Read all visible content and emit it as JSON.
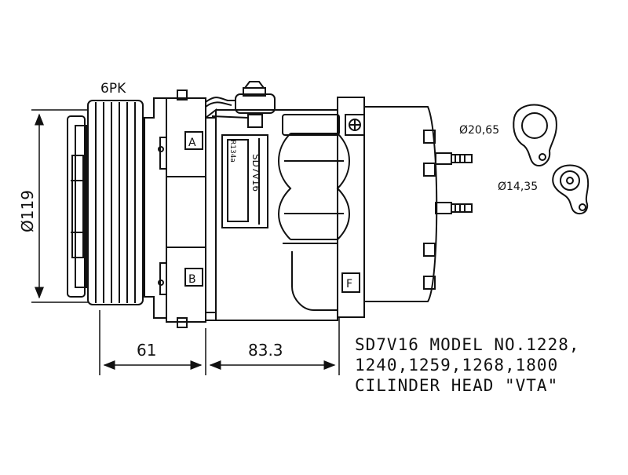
{
  "belt_label": "6PK",
  "dimensions": {
    "diameter": "Ø119",
    "pulley_width": "61",
    "body_length": "83.3"
  },
  "ports": {
    "large_diameter": "Ø20,65",
    "small_diameter": "Ø14,35"
  },
  "markers": {
    "a": "A",
    "b": "B",
    "f": "F"
  },
  "labels": {
    "model_plate": "SD7V16",
    "refrigerant": "R134a"
  },
  "caption": {
    "line1": "SD7V16 MODEL NO.1228,",
    "line2": "1240,1259,1268,1800",
    "line3": "CILINDER HEAD \"VTA\""
  }
}
